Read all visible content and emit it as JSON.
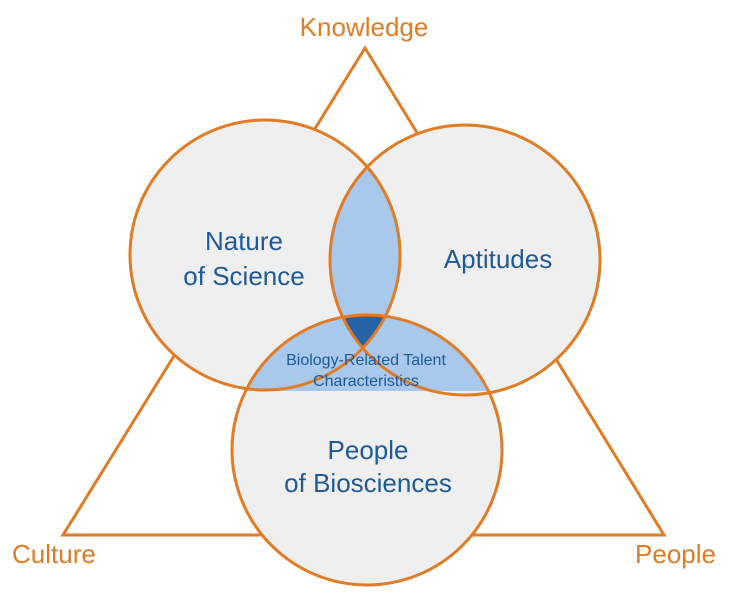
{
  "vertices": {
    "top": "Knowledge",
    "left": "Culture",
    "right": "People"
  },
  "circles": {
    "left": {
      "line1": "Nature",
      "line2": "of Science"
    },
    "right": {
      "line1": "Aptitudes"
    },
    "bottom": {
      "line1": "People",
      "line2": "of Biosciences"
    }
  },
  "center": {
    "line1": "Biology-Related Talent",
    "line2": "Characteristics"
  },
  "colors": {
    "outline": "#e07b26",
    "circle_fill": "#efefef",
    "highlight": "#a9c9ec",
    "core": "#2563a6",
    "text_blue": "#1f5a96",
    "text_orange": "#e07b26"
  }
}
